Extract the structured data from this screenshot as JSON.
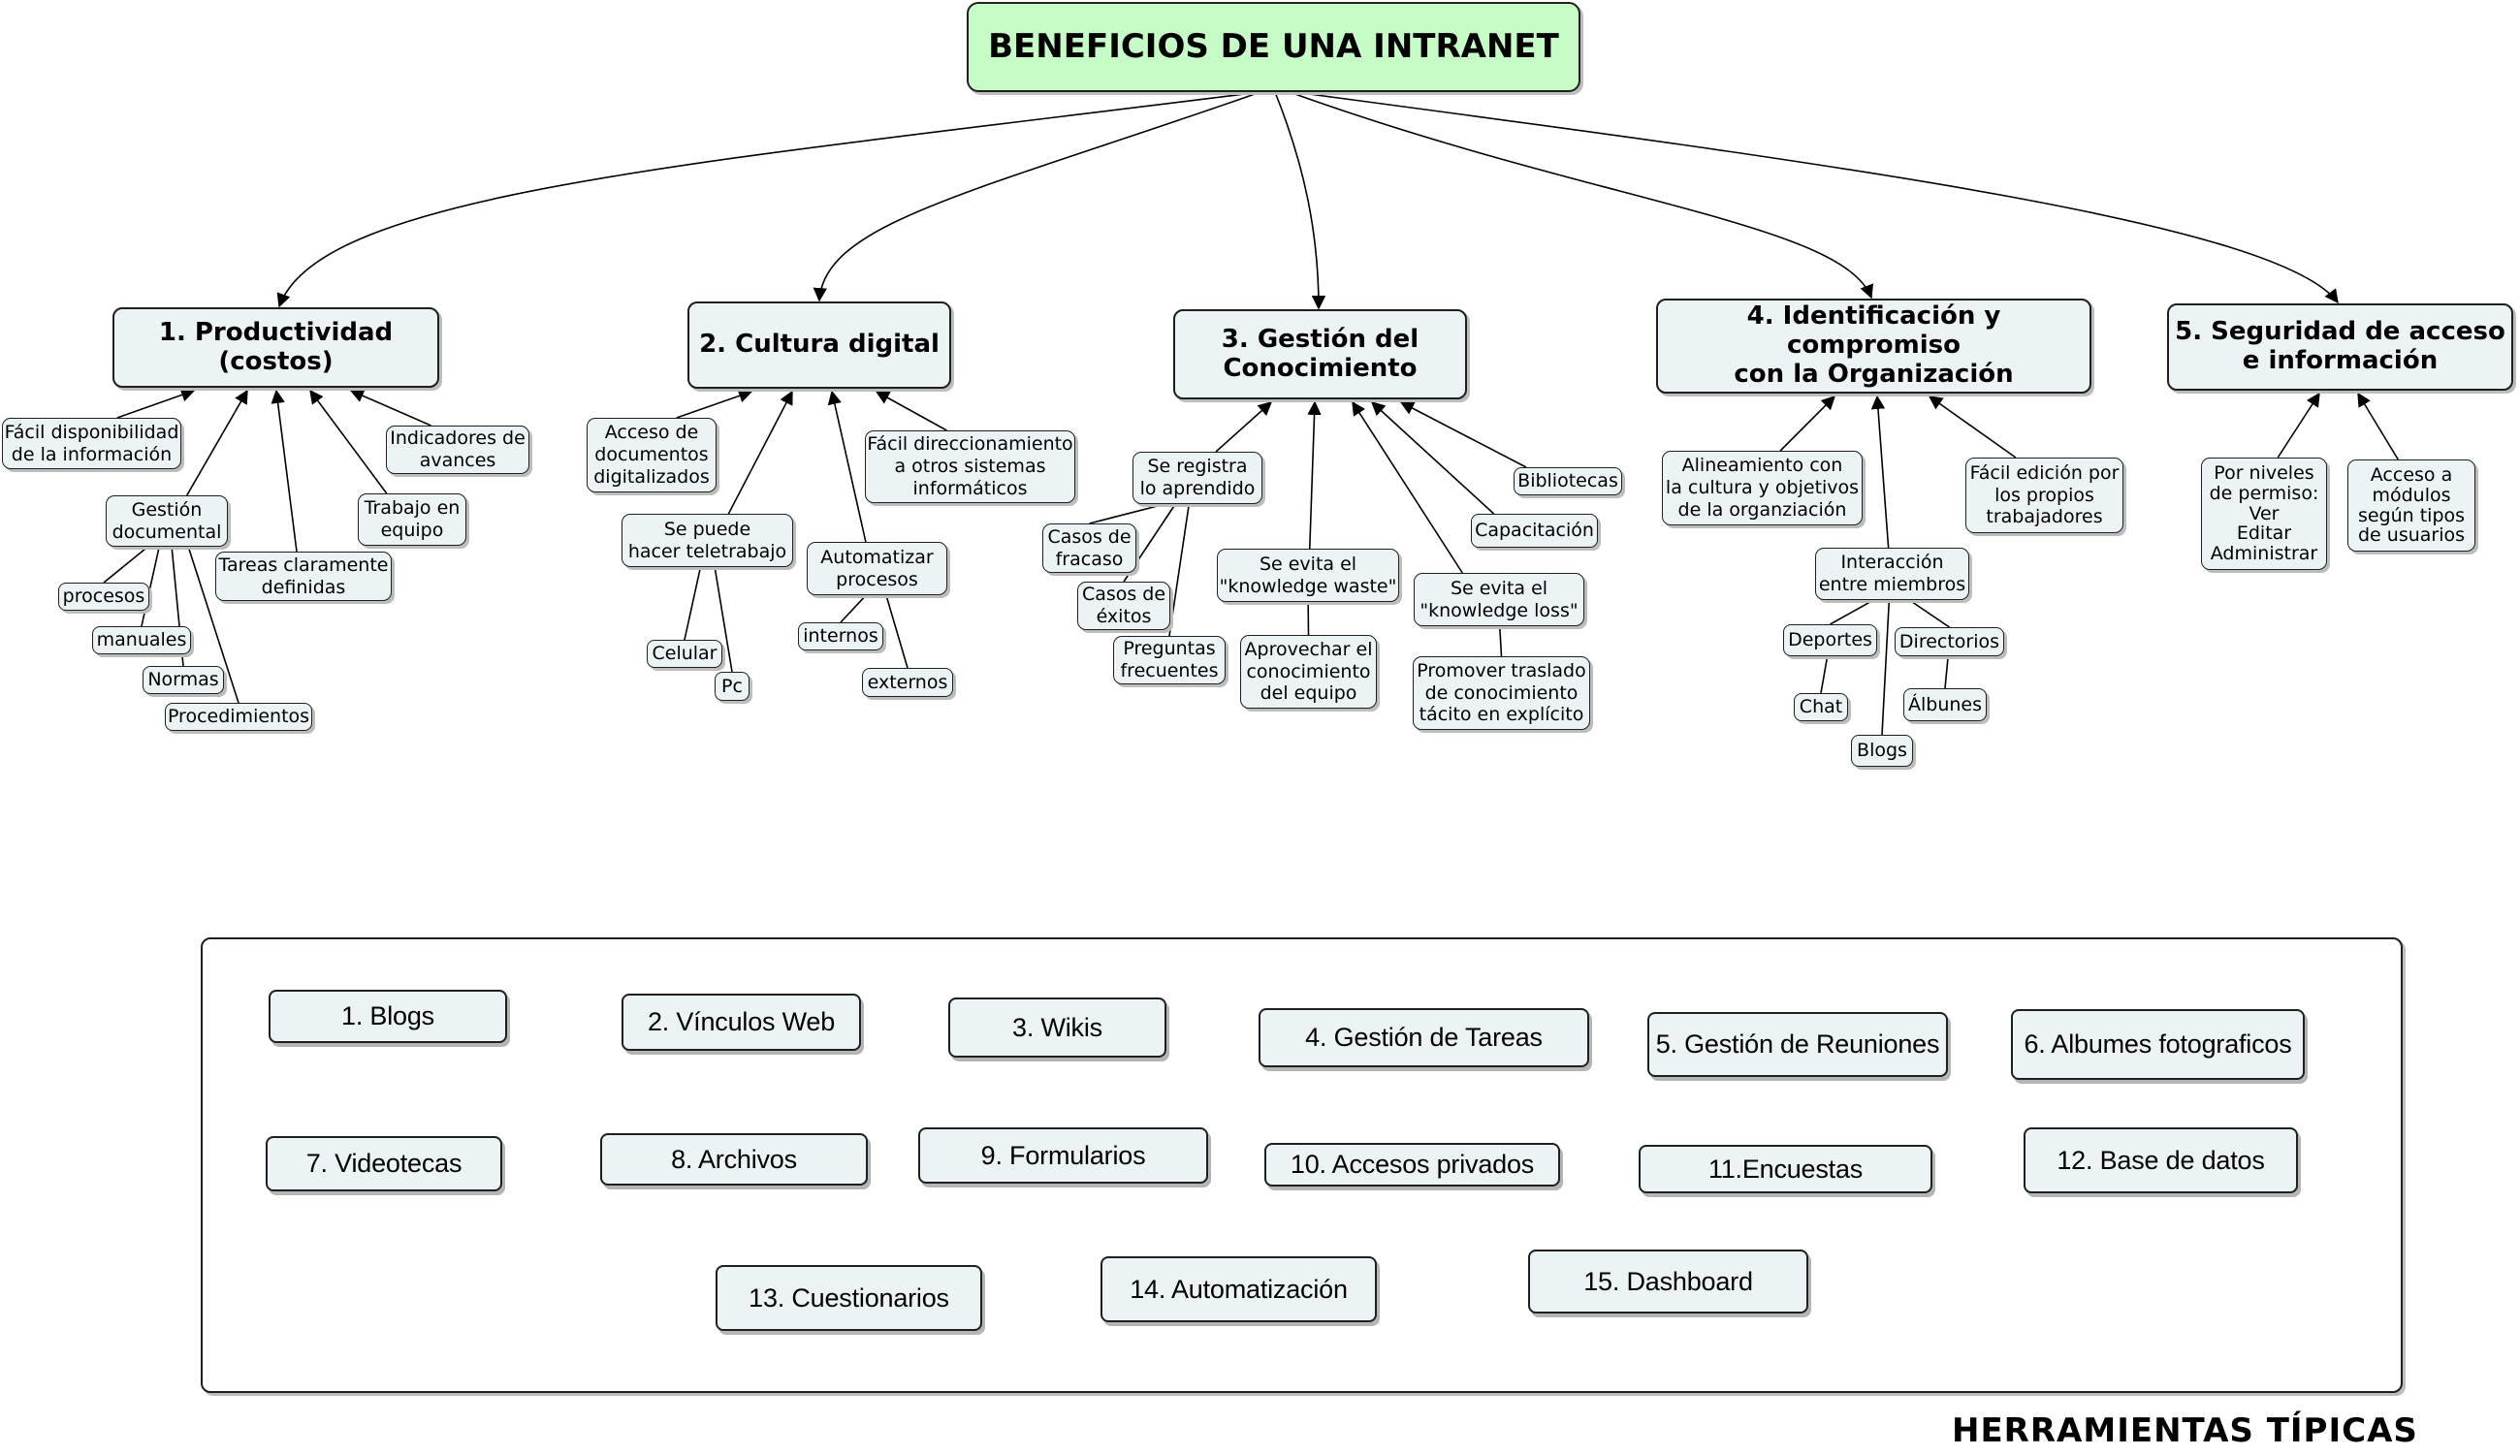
{
  "root": {
    "label": "BENEFICIOS DE UNA INTRANET",
    "color": "#c6fcc6"
  },
  "node_color": "#ebf3f5",
  "categories": [
    {
      "label": "1. Productividad\n(costos)",
      "children": [
        {
          "label": "Fácil disponibilidad\nde la información"
        },
        {
          "label": "Gestión\ndocumental",
          "children": [
            {
              "label": "procesos"
            },
            {
              "label": "manuales"
            },
            {
              "label": "Normas"
            },
            {
              "label": "Procedimientos"
            }
          ]
        },
        {
          "label": "Tareas claramente\ndefinidas"
        },
        {
          "label": "Trabajo en\nequipo"
        },
        {
          "label": "Indicadores de\navances"
        }
      ]
    },
    {
      "label": "2. Cultura digital",
      "children": [
        {
          "label": "Acceso de\ndocumentos\ndigitalizados"
        },
        {
          "label": "Se puede\nhacer teletrabajo",
          "children": [
            {
              "label": "Celular"
            },
            {
              "label": "Pc"
            }
          ]
        },
        {
          "label": "Automatizar\nprocesos",
          "children": [
            {
              "label": "internos"
            },
            {
              "label": "externos"
            }
          ]
        },
        {
          "label": "Fácil direccionamiento\na otros sistemas\ninformáticos"
        }
      ]
    },
    {
      "label": "3. Gestión del\nConocimiento",
      "children": [
        {
          "label": "Se registra\nlo aprendido",
          "children": [
            {
              "label": "Casos de\nfracaso"
            },
            {
              "label": "Casos de\néxitos"
            },
            {
              "label": "Preguntas\nfrecuentes"
            }
          ]
        },
        {
          "label": "Se evita el\n\"knowledge waste\"",
          "children": [
            {
              "label": "Aprovechar el\nconocimiento\ndel equipo"
            }
          ]
        },
        {
          "label": "Se evita el\n\"knowledge loss\"",
          "children": [
            {
              "label": "Promover traslado\nde conocimiento\ntácito en explícito"
            }
          ]
        },
        {
          "label": "Capacitación"
        },
        {
          "label": "Bibliotecas"
        }
      ]
    },
    {
      "label": "4. Identificación y compromiso\ncon la Organización",
      "children": [
        {
          "label": "Alineamiento con\nla cultura y objetivos\nde la organziación"
        },
        {
          "label": "Interacción\nentre miembros",
          "children": [
            {
              "label": "Deportes",
              "children": [
                {
                  "label": "Chat"
                }
              ]
            },
            {
              "label": "Blogs"
            },
            {
              "label": "Directorios",
              "children": [
                {
                  "label": "Álbunes"
                }
              ]
            }
          ]
        },
        {
          "label": "Fácil edición por\nlos propios\ntrabajadores"
        }
      ]
    },
    {
      "label": "5. Seguridad de acceso\ne información",
      "children": [
        {
          "label": "Por niveles\nde permiso:\nVer\nEditar\nAdministrar"
        },
        {
          "label": "Acceso a\nmódulos\nsegún tipos\nde usuarios"
        }
      ]
    }
  ],
  "tools": {
    "caption": "HERRAMIENTAS TÍPICAS",
    "items": [
      "1. Blogs",
      "2. Vínculos Web",
      "3. Wikis",
      "4. Gestión de Tareas",
      "5. Gestión de Reuniones",
      "6. Albumes fotograficos",
      "7. Videotecas",
      "8. Archivos",
      "9. Formularios",
      "10. Accesos  privados",
      "11.Encuestas",
      "12. Base de datos",
      "13. Cuestionarios",
      "14. Automatización",
      "15. Dashboard"
    ]
  }
}
